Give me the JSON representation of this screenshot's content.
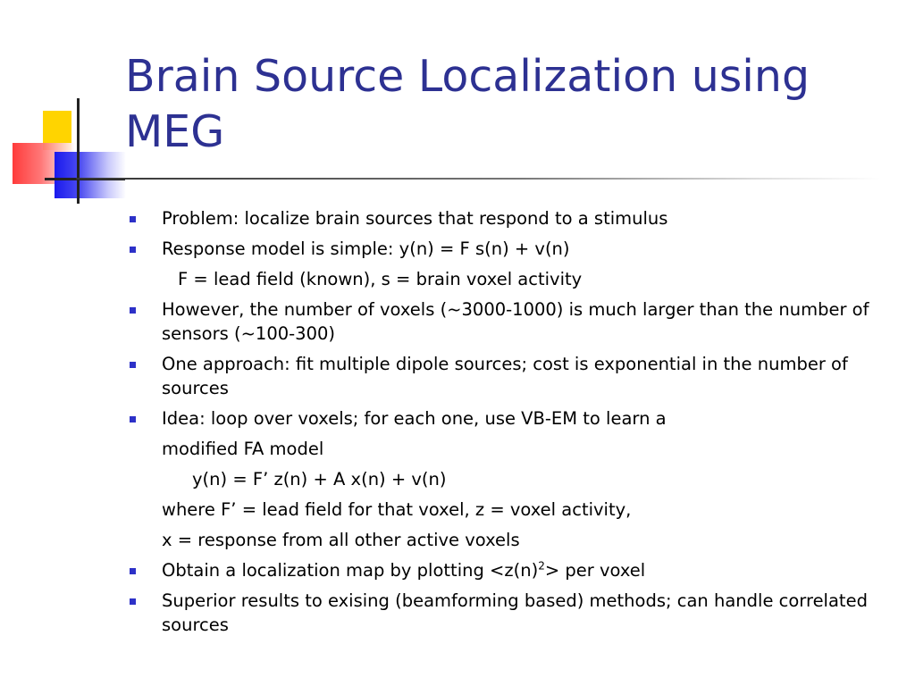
{
  "slide": {
    "title_line1": "Brain Source Localization using",
    "title_line2": "MEG",
    "items": [
      "Problem: localize brain sources that respond to a stimulus",
      "Response model is simple:  y(n) = F s(n) + v(n)",
      "F = lead field (known), s = brain voxel activity",
      "However, the number of voxels (~3000-1000) is much larger than the number of sensors (~100-300)",
      "One approach: fit multiple dipole sources; cost is exponential in the number of sources",
      "Idea: loop over voxels; for each one, use VB-EM to learn a",
      "modified FA model",
      "y(n) = F’ z(n) + A x(n) + v(n)",
      "where F’ = lead field for that voxel, z = voxel activity,",
      "x = response from all other active voxels",
      "Obtain a localization map by plotting <z(n)",
      "2",
      "> per voxel",
      "Superior results to exising (beamforming based) methods; can handle correlated sources"
    ],
    "bullet_color": "#2d31c8",
    "title_color": "#2d3192"
  }
}
